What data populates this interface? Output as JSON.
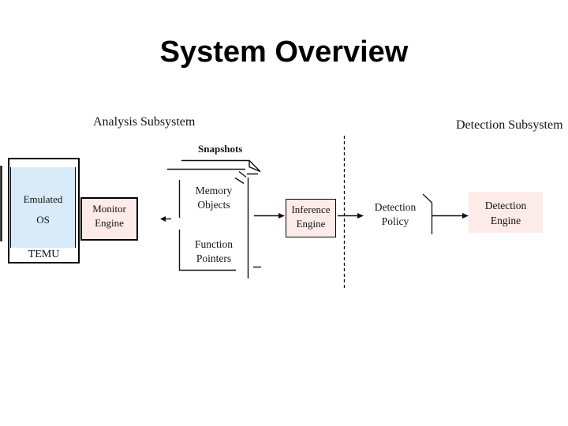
{
  "slide": {
    "title": "System Overview"
  },
  "diagram": {
    "analysis_label": "Analysis Subsystem",
    "detection_label": "Detection Subsystem",
    "snapshots_label": "Snapshots",
    "temu": {
      "line1": "Emulated",
      "line2": "OS",
      "label": "TEMU"
    },
    "monitor": {
      "line1": "Monitor",
      "line2": "Engine"
    },
    "memory": {
      "line1": "Memory",
      "line2": "Objects"
    },
    "function": {
      "line1": "Function",
      "line2": "Pointers"
    },
    "inference": {
      "line1": "Inference",
      "line2": "Engine"
    },
    "policy": {
      "line1": "Detection",
      "line2": "Policy"
    },
    "engine": {
      "line1": "Detection",
      "line2": "Engine"
    }
  },
  "colors": {
    "background": "#ffffff",
    "title_text": "#000000",
    "diagram_text": "#141414",
    "line": "#111111",
    "box_blue": "#d9eaf8",
    "box_pink": "#fcebe8"
  }
}
